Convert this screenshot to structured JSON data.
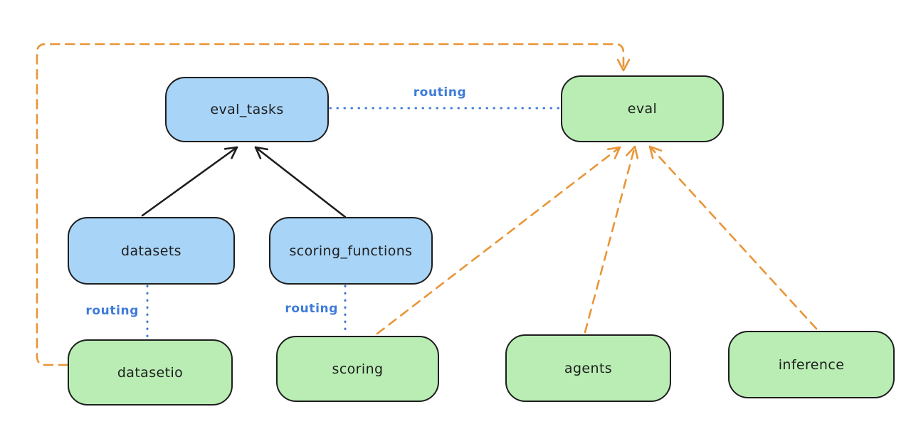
{
  "diagram": {
    "nodes": [
      {
        "id": "eval_tasks",
        "label": "eval_tasks",
        "color": "blue"
      },
      {
        "id": "datasets",
        "label": "datasets",
        "color": "blue"
      },
      {
        "id": "scoring_functions",
        "label": "scoring_functions",
        "color": "blue"
      },
      {
        "id": "eval",
        "label": "eval",
        "color": "green"
      },
      {
        "id": "datasetio",
        "label": "datasetio",
        "color": "green"
      },
      {
        "id": "scoring",
        "label": "scoring",
        "color": "green"
      },
      {
        "id": "agents",
        "label": "agents",
        "color": "green"
      },
      {
        "id": "inference",
        "label": "inference",
        "color": "green"
      }
    ],
    "edges": [
      {
        "from": "datasets",
        "to": "eval_tasks",
        "style": "solid",
        "color": "black",
        "label": ""
      },
      {
        "from": "scoring_functions",
        "to": "eval_tasks",
        "style": "solid",
        "color": "black",
        "label": ""
      },
      {
        "from": "eval_tasks",
        "to": "eval",
        "style": "dotted",
        "color": "blue",
        "label": "routing"
      },
      {
        "from": "datasets",
        "to": "datasetio",
        "style": "dotted",
        "color": "blue",
        "label": "routing"
      },
      {
        "from": "scoring_functions",
        "to": "scoring",
        "style": "dotted",
        "color": "blue",
        "label": "routing"
      },
      {
        "from": "datasetio",
        "to": "eval",
        "style": "dashed",
        "color": "orange",
        "label": ""
      },
      {
        "from": "scoring",
        "to": "eval",
        "style": "dashed",
        "color": "orange",
        "label": ""
      },
      {
        "from": "agents",
        "to": "eval",
        "style": "dashed",
        "color": "orange",
        "label": ""
      },
      {
        "from": "inference",
        "to": "eval",
        "style": "dashed",
        "color": "orange",
        "label": ""
      }
    ],
    "colors": {
      "node_blue_fill": "#a8d4f7",
      "node_green_fill": "#b9edb4",
      "node_stroke": "#1e1e1e",
      "edge_black": "#1e1e1e",
      "edge_orange": "#e99537",
      "edge_blue": "#3d7bd9",
      "background": "#ffffff"
    }
  }
}
